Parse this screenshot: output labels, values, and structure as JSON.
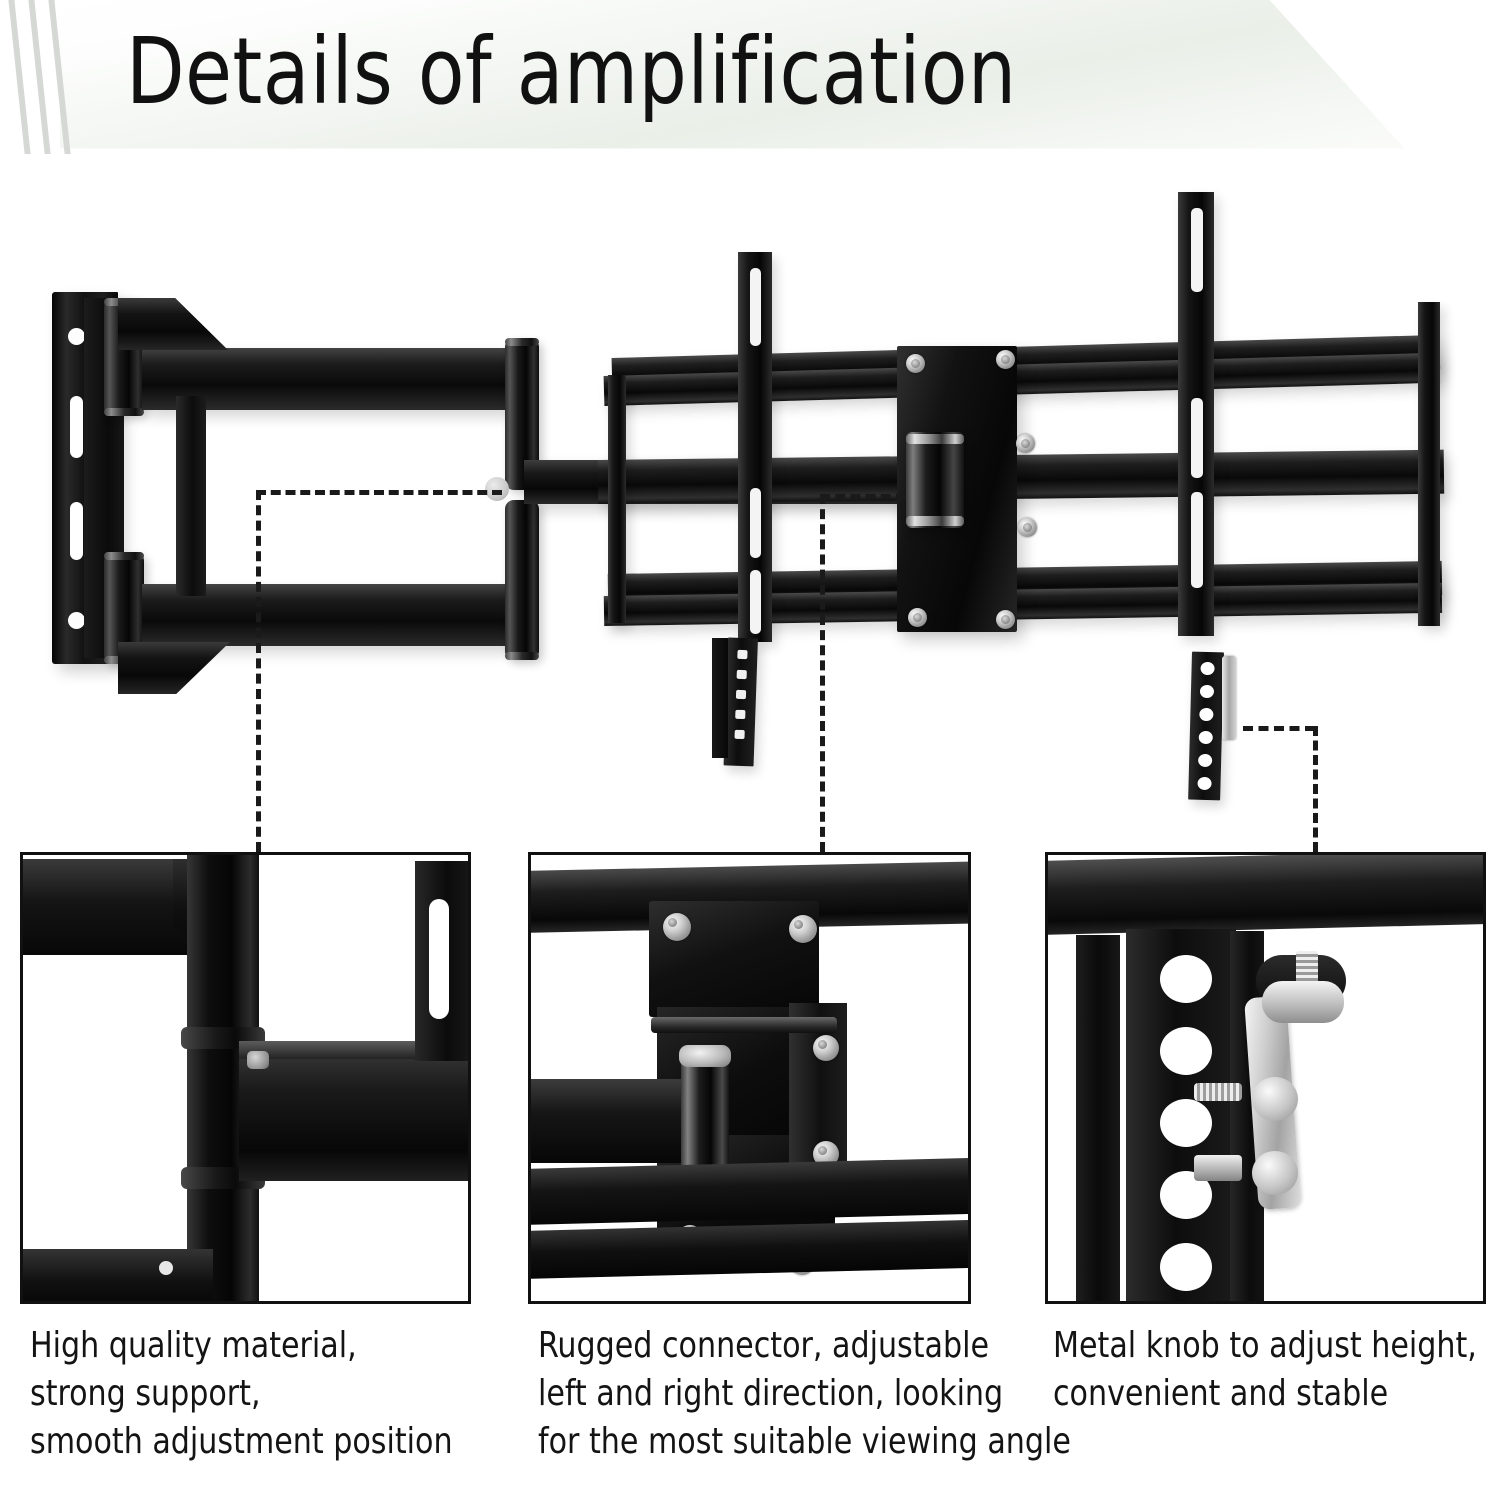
{
  "header": {
    "title": "Details of amplification",
    "accent_stripe_color": "#d6d8d6",
    "banner_gradient_from": "#ffffff",
    "banner_gradient_to": "#eaefe8"
  },
  "product": {
    "name": "full-motion-tv-wall-mount",
    "finish_color": "#121212",
    "hardware_color": "#c9c9c9"
  },
  "details": [
    {
      "id": "detail-1",
      "panel_name": "hinge-pivot-closeup",
      "caption_lines": [
        "High quality material,",
        "strong support,",
        "smooth adjustment position"
      ]
    },
    {
      "id": "detail-2",
      "panel_name": "rugged-connector-closeup",
      "caption_lines": [
        "Rugged connector, adjustable",
        "left and right direction, looking",
        "for the most suitable viewing angle"
      ]
    },
    {
      "id": "detail-3",
      "panel_name": "metal-knob-closeup",
      "caption_lines": [
        "Metal knob to adjust height,",
        "convenient and stable"
      ]
    }
  ]
}
